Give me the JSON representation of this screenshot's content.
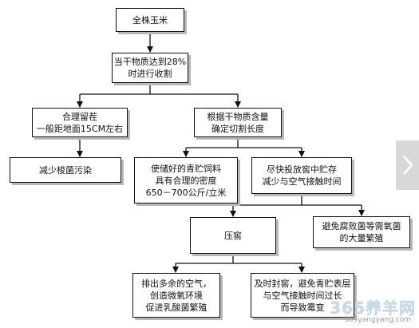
{
  "nodes": {
    "root": [
      "全株玉米"
    ],
    "harvest": [
      "当干物质达到28%",
      "时进行收割"
    ],
    "stubble": [
      "合理留茬",
      "一般距地面15CM左右"
    ],
    "cutlength": [
      "根据干物质含量",
      "确定切割长度"
    ],
    "reduce_soil": [
      "减少梭菌污染"
    ],
    "density": [
      "使储好的青贮饲料",
      "具有合理的密度",
      "650－700公斤/立米"
    ],
    "quick_store": [
      "尽快投放窖中贮存",
      "减少与空气接触时间"
    ],
    "compact": [
      "压窖"
    ],
    "avoid_aerobic": [
      "避免腐败菌等需氧菌",
      "的大量繁殖"
    ],
    "expel_air": [
      "排出多余的空气，",
      "创造微氧环境",
      "促进乳酸菌繁殖"
    ],
    "seal": [
      "及时封窖，避免青贮表层",
      "与空气接触时间过长",
      "而导致霉变"
    ]
  },
  "watermark": {
    "logo": "365养羊网",
    "url": "365yangyang.com"
  },
  "colors": {
    "border": "#111111",
    "line": "#111111",
    "shadow": "#b9b9b9",
    "nav_bg": "#d8d8d8"
  },
  "icons": {
    "next": "chevron-right-icon"
  }
}
